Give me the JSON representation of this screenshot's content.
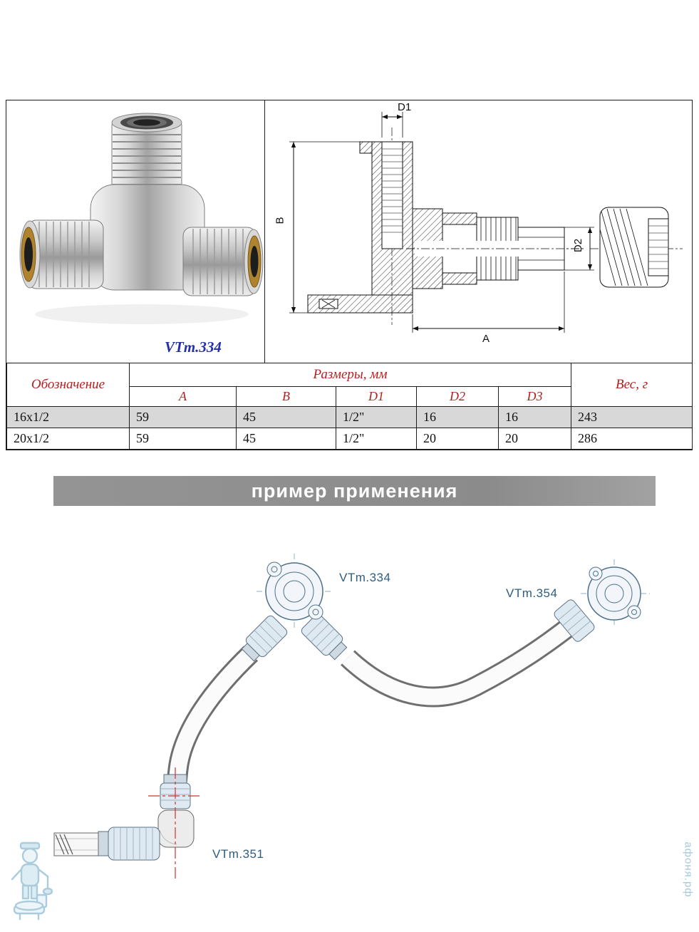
{
  "product": {
    "model": "VTm.334"
  },
  "spec_table": {
    "designation_header": "Обозначение",
    "dimensions_header": "Размеры, мм",
    "weight_header": "Вес, г",
    "dim_columns": [
      "A",
      "B",
      "D1",
      "D2",
      "D3"
    ],
    "rows": [
      {
        "designation": "16x1/2",
        "a": "59",
        "b": "45",
        "d1": "1/2\"",
        "d2": "16",
        "d3": "16",
        "weight": "243"
      },
      {
        "designation": "20x1/2",
        "a": "59",
        "b": "45",
        "d1": "1/2\"",
        "d2": "20",
        "d3": "20",
        "weight": "286"
      }
    ]
  },
  "drawing": {
    "dim_labels": {
      "d1": "D1",
      "b": "B",
      "d2": "D2",
      "a": "A"
    }
  },
  "banner": {
    "title": "пример применения"
  },
  "example": {
    "labels": {
      "tee": "VTm.334",
      "wall_elbow": "VTm.354",
      "elbow": "VTm.351"
    }
  },
  "watermark": {
    "site": "афоня.рф"
  },
  "colors": {
    "header_red": "#b41f1f",
    "caption_blue": "#2331a5",
    "banner_gray": "#8f8f8f",
    "label_blue": "#2c5e80",
    "watermark_blue": "#9cc4d8",
    "row_shade": "#d8d8d8"
  }
}
